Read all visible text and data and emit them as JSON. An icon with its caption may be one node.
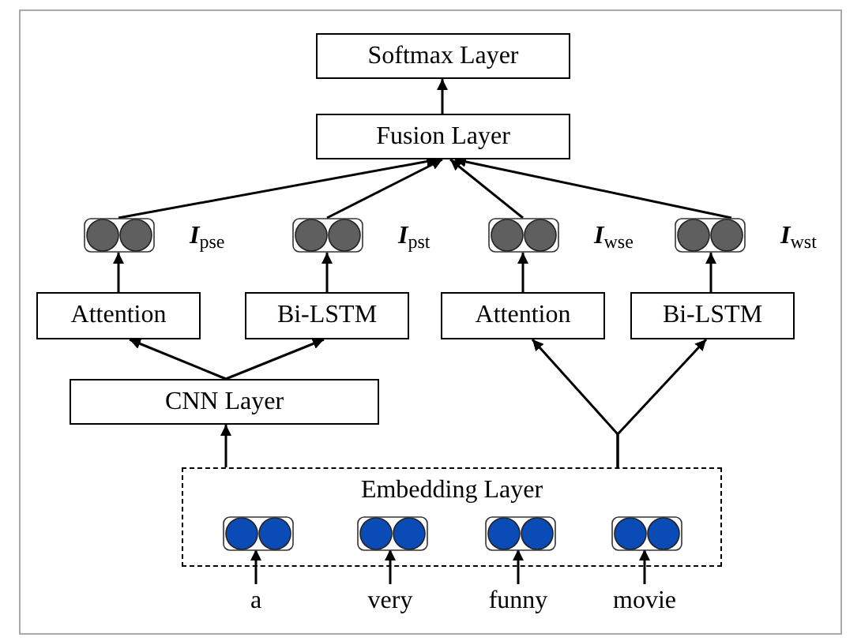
{
  "diagram": {
    "nodes": [
      {
        "text": [
          "Softmax Layer"
        ]
      },
      {
        "text": [
          "Fusion Layer"
        ]
      },
      {
        "text": [],
        "shape": "box",
        "beside": [
          "**I**$_{pse}$"
        ]
      },
      {
        "text": [],
        "shape": "box",
        "beside": [
          "**I**$_{pst}$"
        ]
      },
      {
        "text": [],
        "shape": "box",
        "beside": [
          "**I**$_{wse}$"
        ]
      },
      {
        "text": [],
        "shape": "box",
        "beside": [
          "**I**$_{wst}$"
        ]
      },
      {
        "text": [
          "Attention"
        ]
      },
      {
        "text": [
          "Bi-LSTM"
        ]
      },
      {
        "text": [
          "Attention"
        ]
      },
      {
        "text": [
          "Bi-LSTM"
        ]
      },
      {
        "text": [
          "CNN Layer"
        ]
      },
      {
        "text": [
          "Embedding Layer"
        ]
      },
      {
        "text": [],
        "shape": "box",
        "in": 11
      },
      {
        "text": [],
        "shape": "box",
        "in": 11
      },
      {
        "text": [],
        "shape": "box",
        "in": 11
      },
      {
        "text": [],
        "shape": "box",
        "in": 11
      },
      {
        "text": [
          "a"
        ]
      },
      {
        "text": [
          "very"
        ]
      },
      {
        "text": [
          "funny"
        ]
      },
      {
        "text": [
          "movie"
        ]
      }
    ],
    "edges": [
      {
        "from": 1,
        "to": 0,
        "arrow": "to"
      },
      {
        "from": 2,
        "to": 1,
        "arrow": "to"
      },
      {
        "from": 3,
        "to": 1,
        "arrow": "to"
      },
      {
        "from": 4,
        "to": 1,
        "arrow": "to"
      },
      {
        "from": 5,
        "to": 1,
        "arrow": "to"
      },
      {
        "from": 6,
        "to": 2,
        "arrow": "to"
      },
      {
        "from": 7,
        "to": 3,
        "arrow": "to"
      },
      {
        "from": 8,
        "to": 4,
        "arrow": "to"
      },
      {
        "from": 9,
        "to": 5,
        "arrow": "to"
      },
      {
        "from": 10,
        "to": 6,
        "arrow": "to"
      },
      {
        "from": 10,
        "to": 7,
        "arrow": "to"
      },
      {
        "from": 11,
        "to": 8,
        "arrow": "to"
      },
      {
        "from": 11,
        "to": 9,
        "arrow": "to"
      },
      {
        "from": 11,
        "to": 10,
        "arrow": "to"
      },
      {
        "from": 16,
        "to": 12,
        "arrow": "to"
      },
      {
        "from": 17,
        "to": 13,
        "arrow": "to"
      },
      {
        "from": 18,
        "to": 14,
        "arrow": "to"
      },
      {
        "from": 19,
        "to": 15,
        "arrow": "to"
      }
    ]
  }
}
